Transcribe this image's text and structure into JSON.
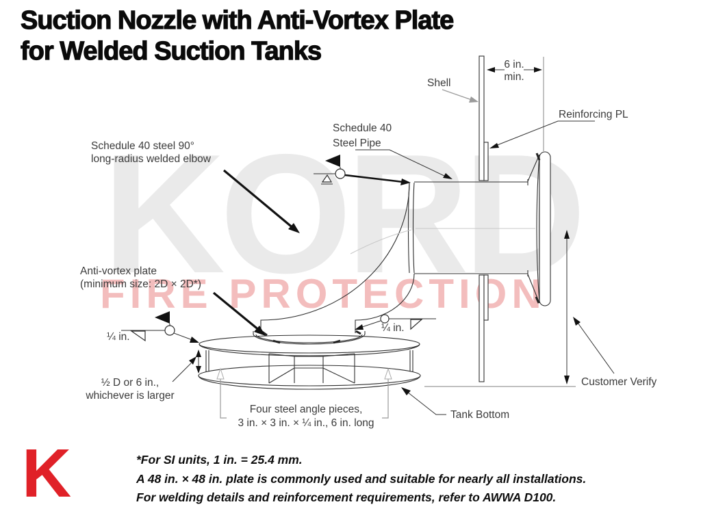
{
  "title": {
    "line1": "Suction Nozzle with Anti-Vortex Plate",
    "line2": "for Welded Suction Tanks"
  },
  "watermark": {
    "primary": "KORD",
    "secondary": "FIRE PROTECTION",
    "primary_color": "#eaeaea",
    "secondary_color": "#f3bdbd"
  },
  "logo": {
    "letter": "K",
    "color": "#e02128"
  },
  "diagram_labels": {
    "shell": "Shell",
    "gap_dim_line1": "6 in.",
    "gap_dim_line2": "min.",
    "reinforcing_pl": "Reinforcing PL",
    "steel_pipe_line1": "Schedule 40",
    "steel_pipe_line2": "Steel Pipe",
    "elbow_line1": "Schedule 40 steel 90°",
    "elbow_line2": "long-radius welded elbow",
    "anti_vortex_line1": "Anti-vortex plate",
    "anti_vortex_line2": "(minimum size: 2D × 2D*)",
    "weld_left": "¼ in.",
    "weld_right": "¼ in.",
    "plate_height_line1": "½ D or 6 in.,",
    "plate_height_line2": "whichever is larger",
    "angle_pieces_line1": "Four steel angle pieces,",
    "angle_pieces_line2": "3 in. × 3 in. × ¼ in., 6 in. long",
    "tank_bottom": "Tank Bottom",
    "customer_verify": "Customer Verify"
  },
  "footnotes": [
    "*For SI units, 1 in. = 25.4 mm.",
    "A 48 in. × 48 in. plate is commonly used and suitable for nearly all installations.",
    "For welding details and reinforcement requirements, refer to AWWA D100."
  ],
  "style": {
    "line_color": "#2e2e2e",
    "label_color": "#3a3a3a"
  }
}
